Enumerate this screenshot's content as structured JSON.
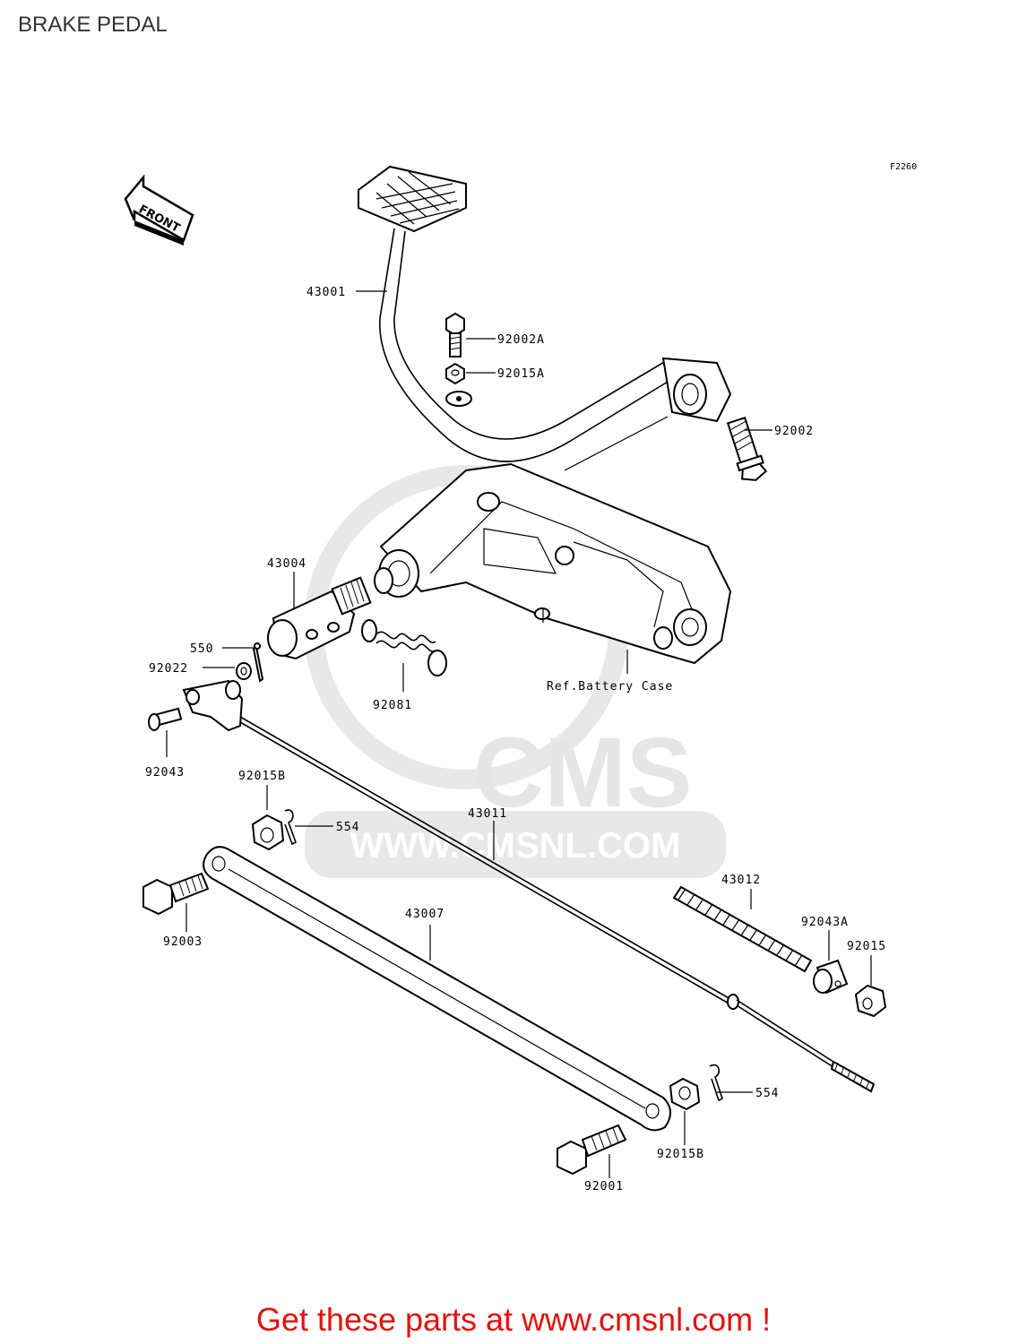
{
  "title": "BRAKE PEDAL",
  "figure_code": "F2260",
  "front_arrow_text": "FRONT",
  "watermark": {
    "logo": "CMS",
    "url": "WWW.CMSNL.COM"
  },
  "callouts": {
    "c43001": "43001",
    "c92002A": "92002A",
    "c92015A": "92015A",
    "c92002": "92002",
    "c43004": "43004",
    "c550": "550",
    "c92022": "92022",
    "c92043": "92043",
    "c92081": "92081",
    "ref_battery_case": "Ref.Battery Case",
    "c92015B_top": "92015B",
    "c554_top": "554",
    "c43011": "43011",
    "c43012": "43012",
    "c92043A": "92043A",
    "c92015": "92015",
    "c92003": "92003",
    "c43007": "43007",
    "c554_bottom": "554",
    "c92015B_bottom": "92015B",
    "c92001": "92001"
  },
  "footer": "Get these parts at www.cmsnl.com !",
  "colors": {
    "footer_text": "#e3120b",
    "watermark": "#e6e6e6",
    "line": "#000000"
  }
}
